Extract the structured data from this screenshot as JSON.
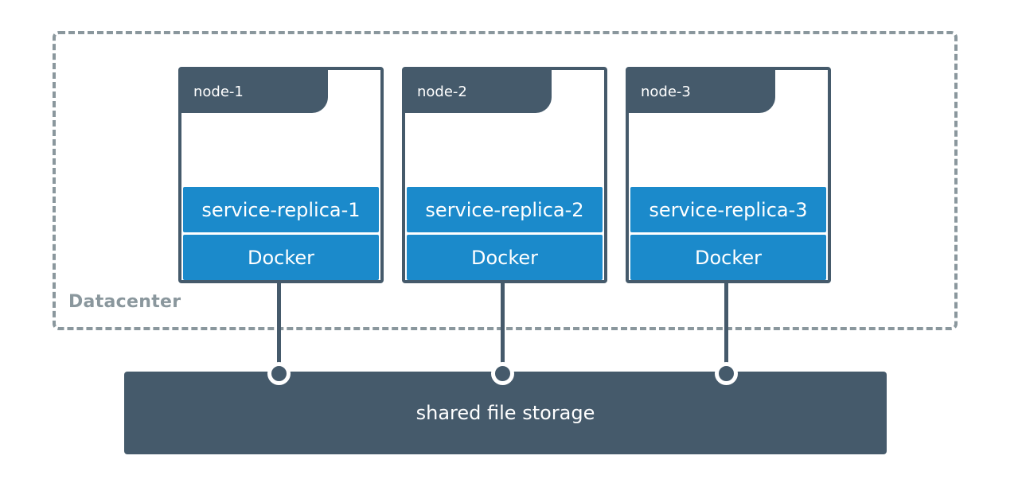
{
  "datacenter": {
    "label": "Datacenter"
  },
  "nodes": [
    {
      "name": "node-1",
      "service": "service-replica-1",
      "runtime": "Docker"
    },
    {
      "name": "node-2",
      "service": "service-replica-2",
      "runtime": "Docker"
    },
    {
      "name": "node-3",
      "service": "service-replica-3",
      "runtime": "Docker"
    }
  ],
  "storage": {
    "label": "shared file storage"
  },
  "colors": {
    "dark": "#455a6b",
    "accent": "#1b8acb",
    "dashed_border": "#8a979d"
  }
}
